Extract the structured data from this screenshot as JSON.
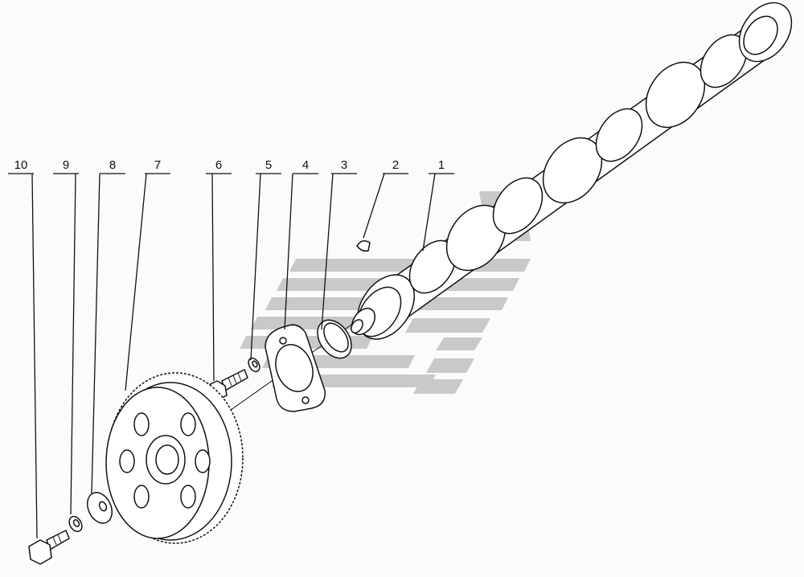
{
  "diagram": {
    "callouts": [
      {
        "id": "1",
        "label": "1"
      },
      {
        "id": "2",
        "label": "2"
      },
      {
        "id": "3",
        "label": "3"
      },
      {
        "id": "4",
        "label": "4"
      },
      {
        "id": "5",
        "label": "5"
      },
      {
        "id": "6",
        "label": "6"
      },
      {
        "id": "7",
        "label": "7"
      },
      {
        "id": "8",
        "label": "8"
      },
      {
        "id": "9",
        "label": "9"
      },
      {
        "id": "10",
        "label": "10"
      }
    ],
    "watermark": {
      "color": "#c6c6c6"
    }
  }
}
